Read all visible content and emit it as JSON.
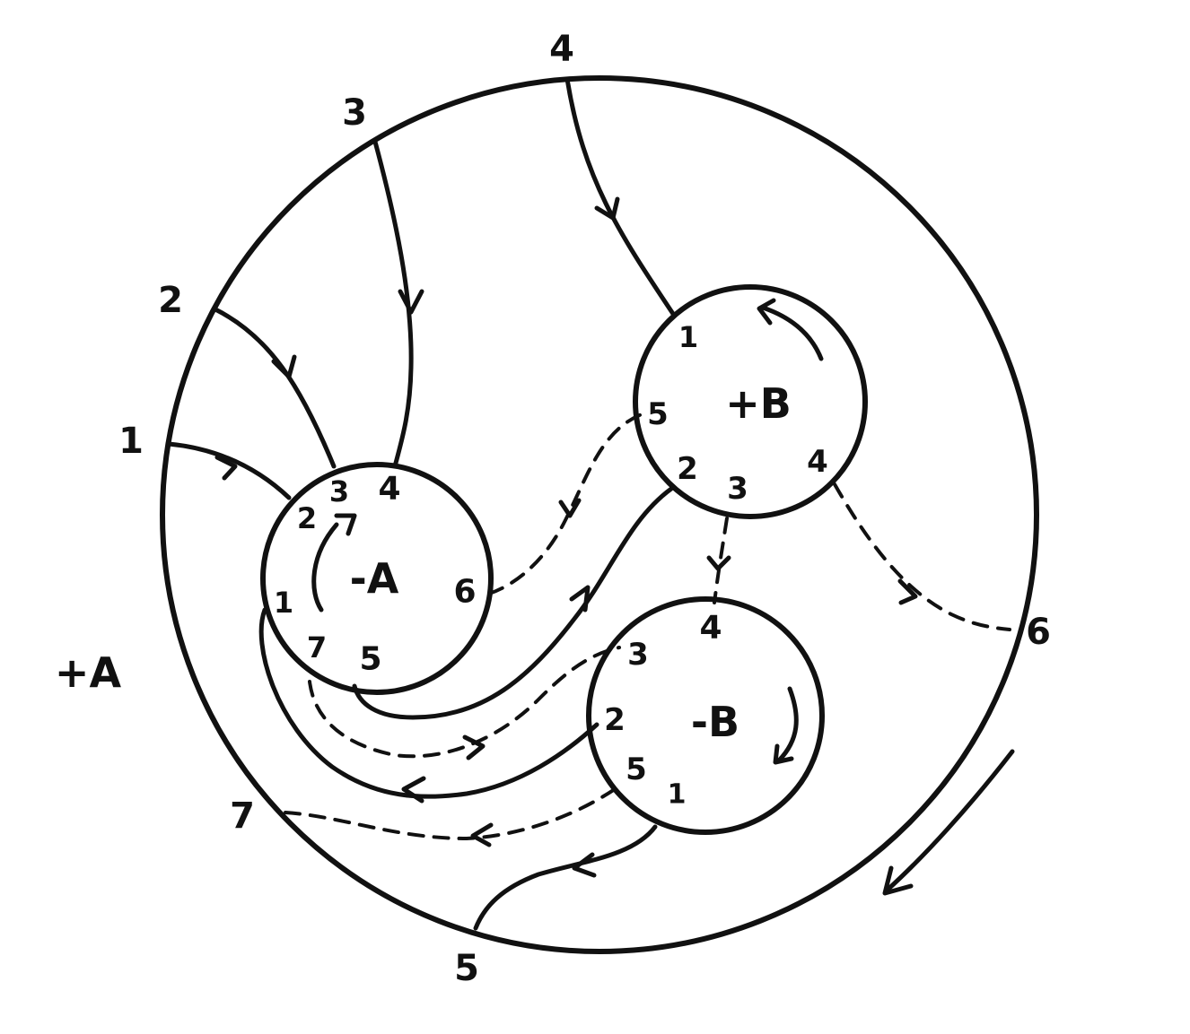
{
  "diagram": {
    "boundary": {
      "label": "+A",
      "points": [
        "1",
        "2",
        "3",
        "4",
        "5",
        "6",
        "7"
      ]
    },
    "circles": [
      {
        "id": "minus-a",
        "label": "-A",
        "points": [
          "1",
          "2",
          "3",
          "4",
          "5",
          "6",
          "7"
        ]
      },
      {
        "id": "plus-b",
        "label": "+B",
        "points": [
          "1",
          "2",
          "3",
          "4",
          "5"
        ]
      },
      {
        "id": "minus-b",
        "label": "-B",
        "points": [
          "1",
          "2",
          "3",
          "4",
          "5"
        ]
      }
    ]
  }
}
